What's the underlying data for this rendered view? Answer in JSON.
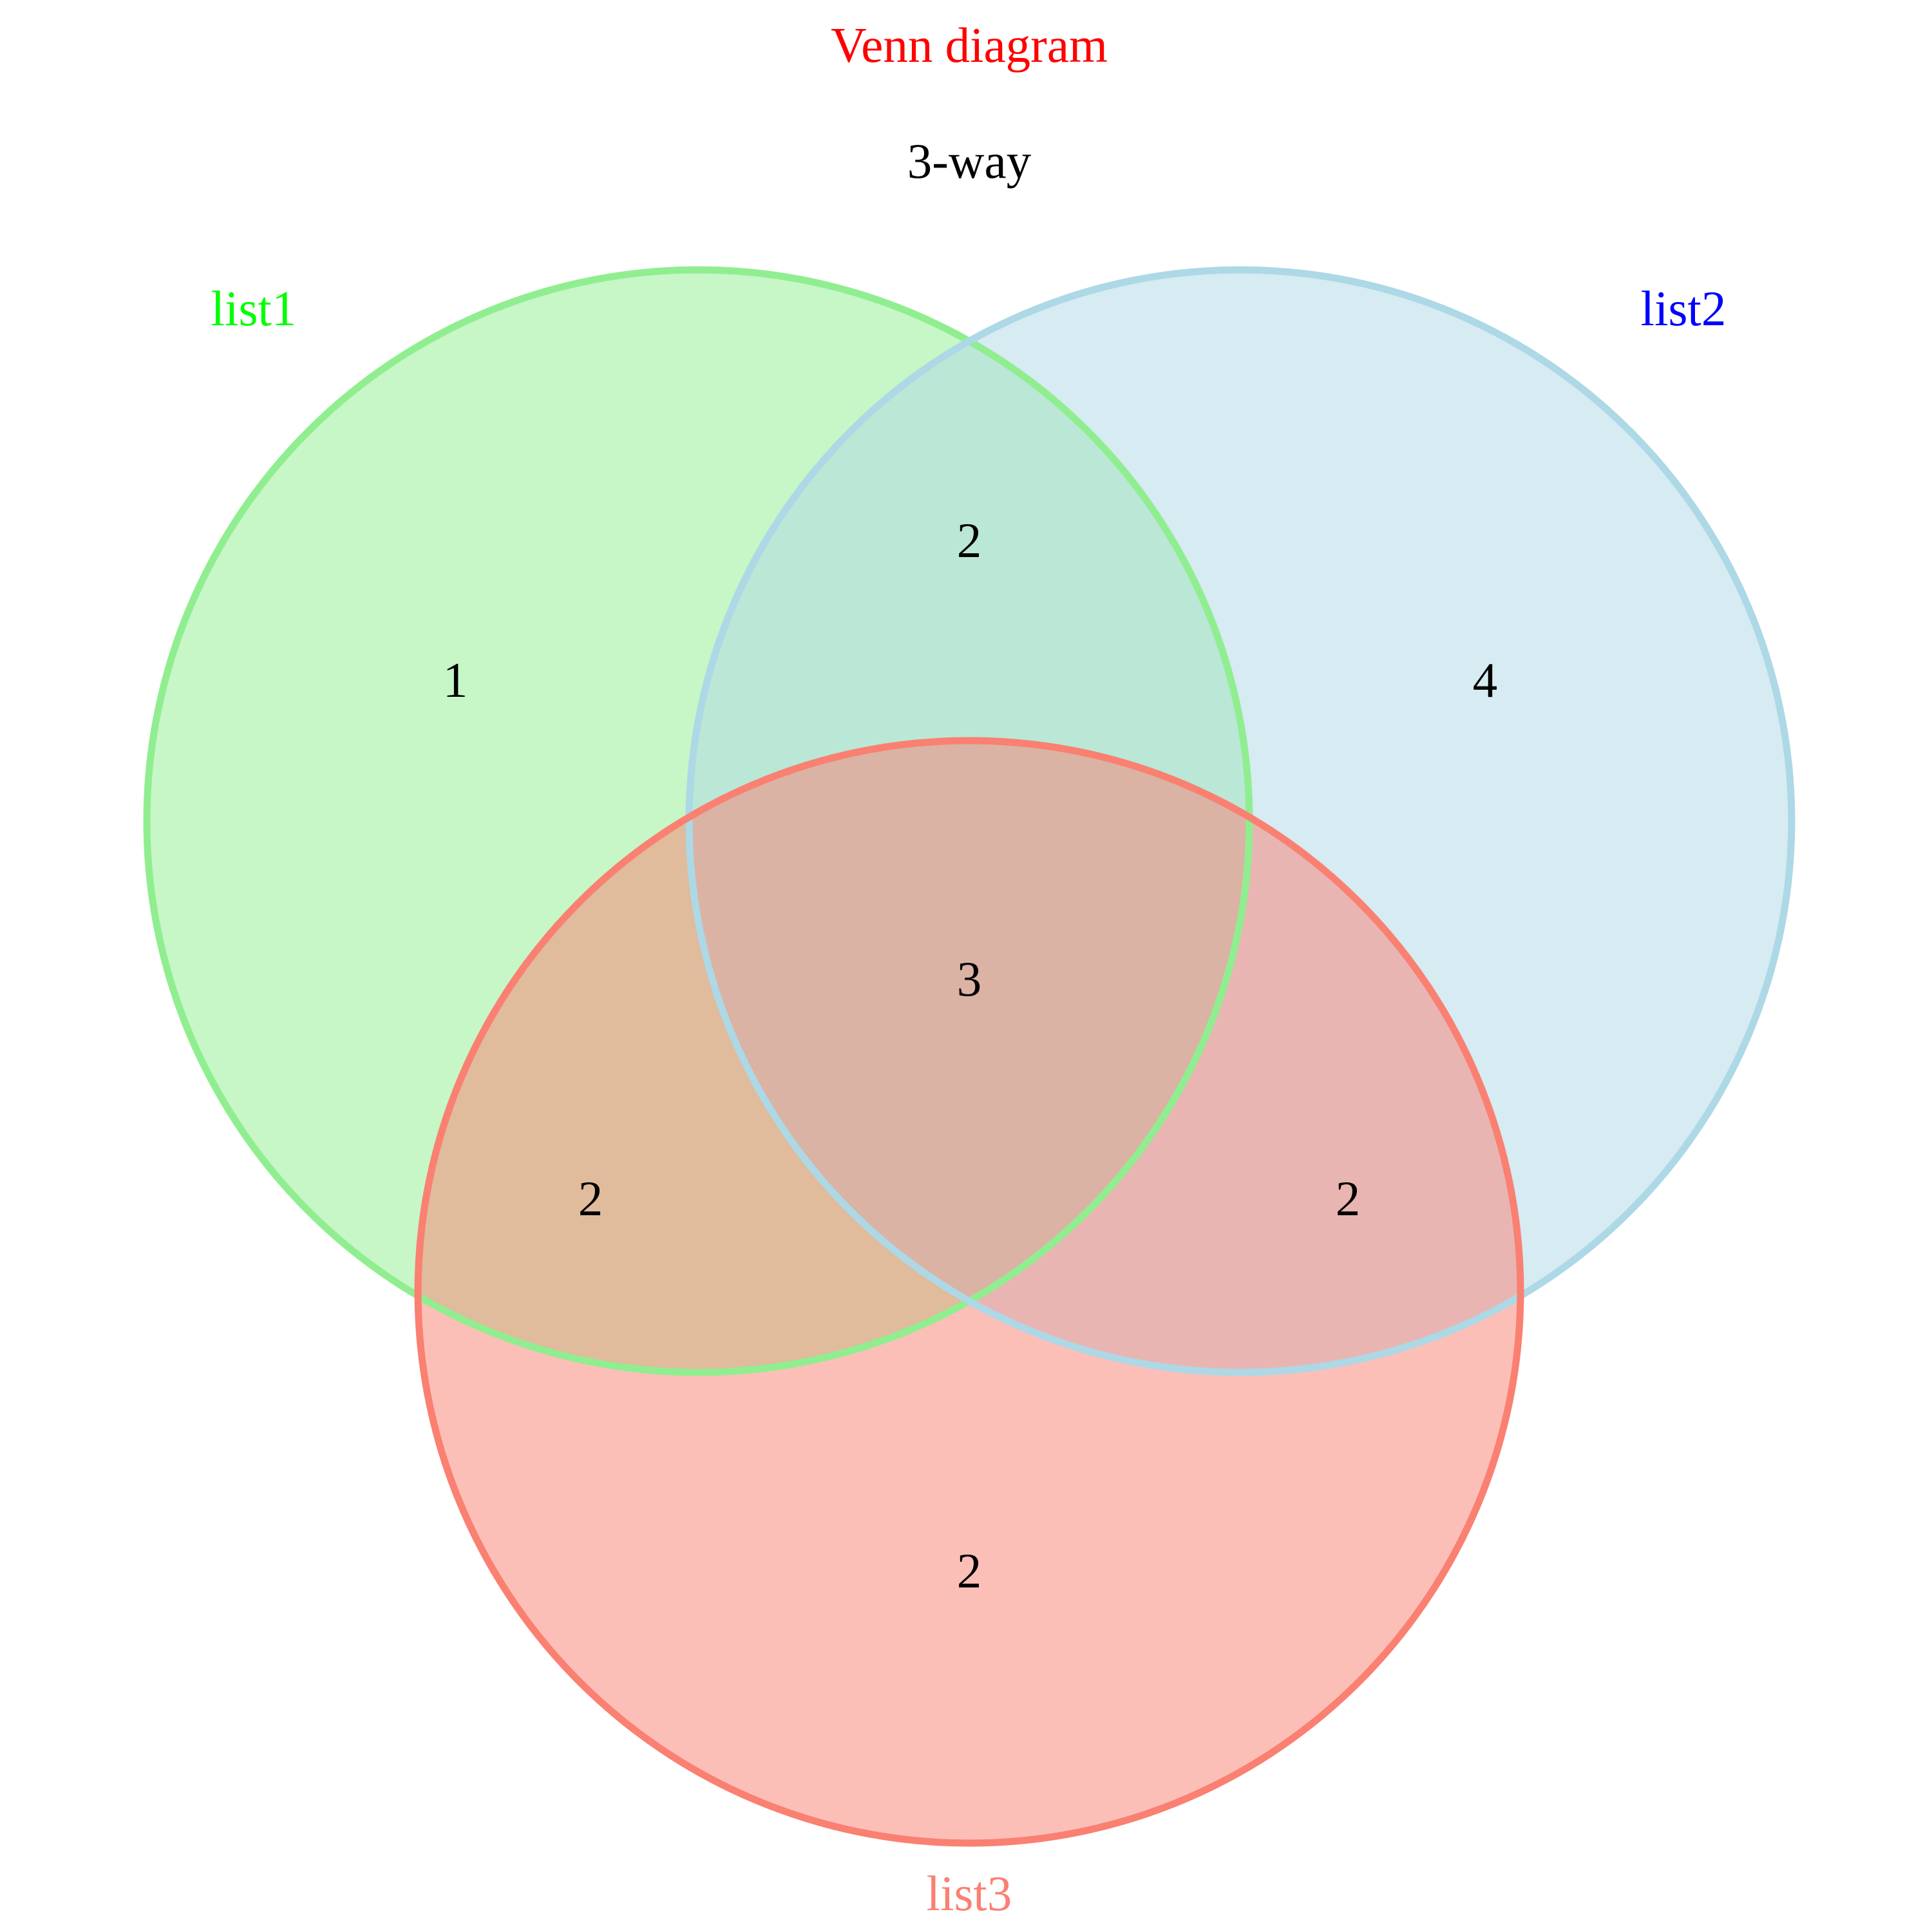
{
  "title": "Venn diagram",
  "subtitle": "3-way",
  "title_color": "#ff0000",
  "subtitle_color": "#000000",
  "sets": [
    {
      "name": "list1",
      "label_color": "#00ff00",
      "fill": "#90ee90",
      "stroke": "#90ee90"
    },
    {
      "name": "list2",
      "label_color": "#0000ff",
      "fill": "#add8e6",
      "stroke": "#add8e6"
    },
    {
      "name": "list3",
      "label_color": "#fa8072",
      "fill": "#fa8072",
      "stroke": "#fa8072"
    }
  ],
  "regions": {
    "list1_only": "1",
    "list2_only": "4",
    "list3_only": "2",
    "list1_list2": "2",
    "list1_list3": "2",
    "list2_list3": "2",
    "all_three": "3"
  }
}
